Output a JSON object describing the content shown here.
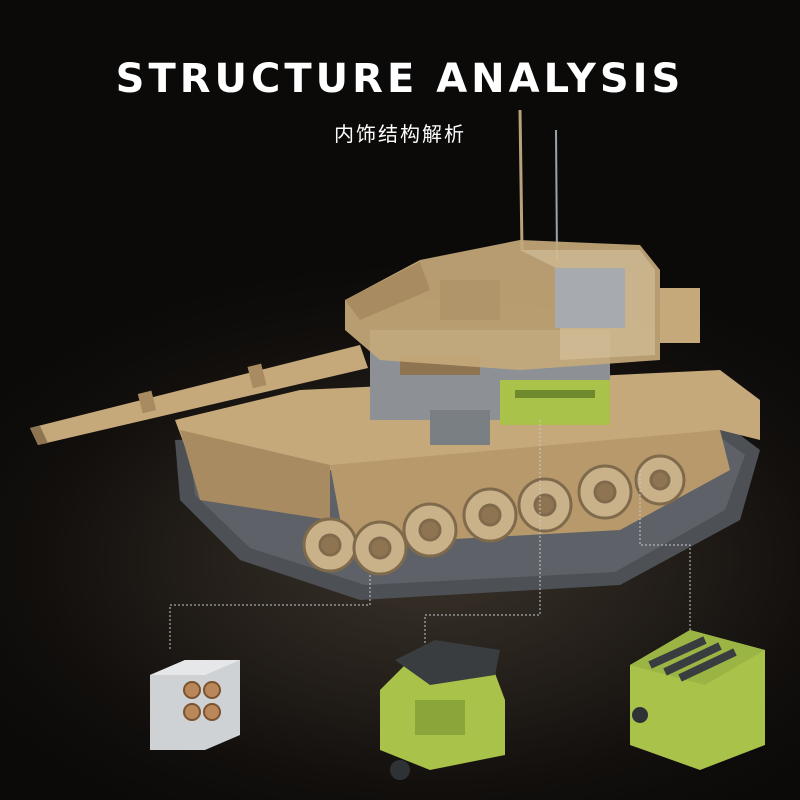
{
  "header": {
    "title": "STRUCTURE ANALYSIS",
    "subtitle": "内饰结构解析"
  },
  "callouts": [
    {
      "name": "ammunition-rack"
    },
    {
      "name": "engine-block"
    },
    {
      "name": "fuel-tank"
    }
  ],
  "colors": {
    "tan": "#c6a97a",
    "tan_dark": "#8f7451",
    "gray": "#8d9196",
    "olive": "#a8c24a",
    "track": "#4d5156"
  }
}
